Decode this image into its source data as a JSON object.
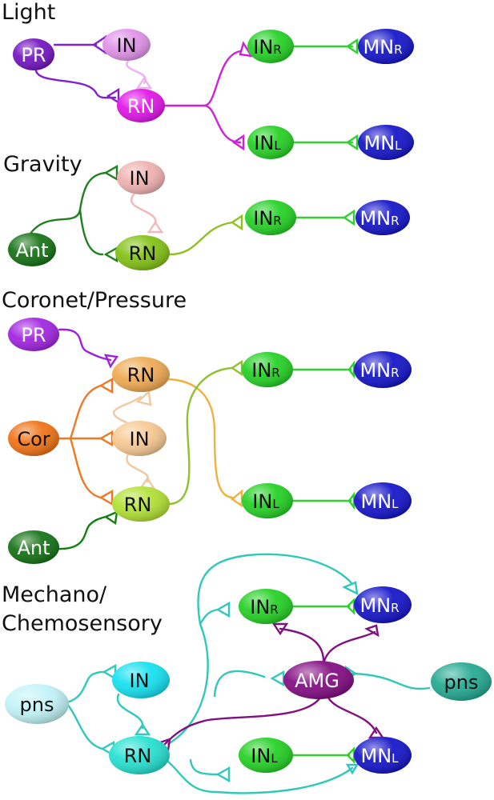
{
  "panels": [
    {
      "title": "Light",
      "nodes": [
        {
          "id": "PR",
          "label": "PR",
          "sub": "",
          "color": "#7010c0"
        },
        {
          "id": "IN",
          "label": "IN",
          "sub": "",
          "color": "#e090e8"
        },
        {
          "id": "RN",
          "label": "RN",
          "sub": "",
          "color": "#e010e8"
        },
        {
          "id": "INR",
          "label": "IN",
          "sub": "R",
          "color": "#20d020"
        },
        {
          "id": "INL",
          "label": "IN",
          "sub": "L",
          "color": "#20d020"
        },
        {
          "id": "MNR",
          "label": "MN",
          "sub": "R",
          "color": "#1010c8"
        },
        {
          "id": "MNL",
          "label": "MN",
          "sub": "L",
          "color": "#1010c8"
        }
      ]
    },
    {
      "title": "Gravity",
      "nodes": [
        {
          "id": "IN",
          "label": "IN",
          "sub": "",
          "color": "#f0b0b0"
        },
        {
          "id": "Ant",
          "label": "Ant",
          "sub": "",
          "color": "#107010"
        },
        {
          "id": "RN",
          "label": "RN",
          "sub": "",
          "color": "#80c010"
        },
        {
          "id": "INR",
          "label": "IN",
          "sub": "R",
          "color": "#20d020"
        },
        {
          "id": "MNR",
          "label": "MN",
          "sub": "R",
          "color": "#1010c8"
        }
      ]
    },
    {
      "title": "Coronet/Pressure",
      "nodes": [
        {
          "id": "PR",
          "label": "PR",
          "sub": "",
          "color": "#a020e0"
        },
        {
          "id": "RNtop",
          "label": "RN",
          "sub": "",
          "color": "#f0a850"
        },
        {
          "id": "Cor",
          "label": "Cor",
          "sub": "",
          "color": "#f07010"
        },
        {
          "id": "IN",
          "label": "IN",
          "sub": "",
          "color": "#f8c890"
        },
        {
          "id": "RNbot",
          "label": "RN",
          "sub": "",
          "color": "#b0e030"
        },
        {
          "id": "Ant",
          "label": "Ant",
          "sub": "",
          "color": "#107010"
        },
        {
          "id": "INR",
          "label": "IN",
          "sub": "R",
          "color": "#20d020"
        },
        {
          "id": "INL",
          "label": "IN",
          "sub": "L",
          "color": "#20d020"
        },
        {
          "id": "MNR",
          "label": "MN",
          "sub": "R",
          "color": "#1010c8"
        },
        {
          "id": "MNL",
          "label": "MN",
          "sub": "L",
          "color": "#1010c8"
        }
      ]
    },
    {
      "title": "Mechano/",
      "title2": "Chemosensory",
      "nodes": [
        {
          "id": "INR",
          "label": "IN",
          "sub": "R",
          "color": "#20d020"
        },
        {
          "id": "MNR",
          "label": "MN",
          "sub": "R",
          "color": "#1010c8"
        },
        {
          "id": "AMG",
          "label": "AMG",
          "sub": "",
          "color": "#800880"
        },
        {
          "id": "pnsR",
          "label": "pns",
          "sub": "",
          "color": "#20a890"
        },
        {
          "id": "IN",
          "label": "IN",
          "sub": "",
          "color": "#10e0f0"
        },
        {
          "id": "pnsL",
          "label": "pns",
          "sub": "",
          "color": "#c0f4f8"
        },
        {
          "id": "RN",
          "label": "RN",
          "sub": "",
          "color": "#20e0d0"
        },
        {
          "id": "INL",
          "label": "IN",
          "sub": "L",
          "color": "#20d020"
        },
        {
          "id": "MNL",
          "label": "MN",
          "sub": "L",
          "color": "#1010c8"
        }
      ]
    }
  ],
  "colors": {
    "light_edge": "#d020d8",
    "light_pr_edge": "#8020d0",
    "light_in_edge": "#f0b0f0",
    "green_edge": "#30d030",
    "gravity_ant_edge": "#208020",
    "gravity_in_edge": "#f0b8b8",
    "gravity_rn_edge": "#90c020",
    "cor_edge": "#f07820",
    "cor_in_edge": "#f0c8a0",
    "cor_pr_edge": "#a020e0",
    "cor_rn_edge": "#f0b040",
    "cor_rnbot_edge": "#90c030",
    "ant_edge": "#108010",
    "cyan_edge": "#30c8b8",
    "amg_edge": "#801080"
  }
}
